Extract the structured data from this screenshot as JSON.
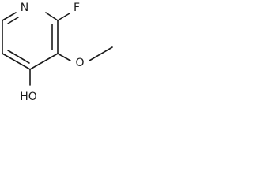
{
  "molecule": {
    "atoms": {
      "nitrogen": "N",
      "fluorine": "F",
      "oxygen": "O",
      "hydroxyl": "HO"
    }
  }
}
